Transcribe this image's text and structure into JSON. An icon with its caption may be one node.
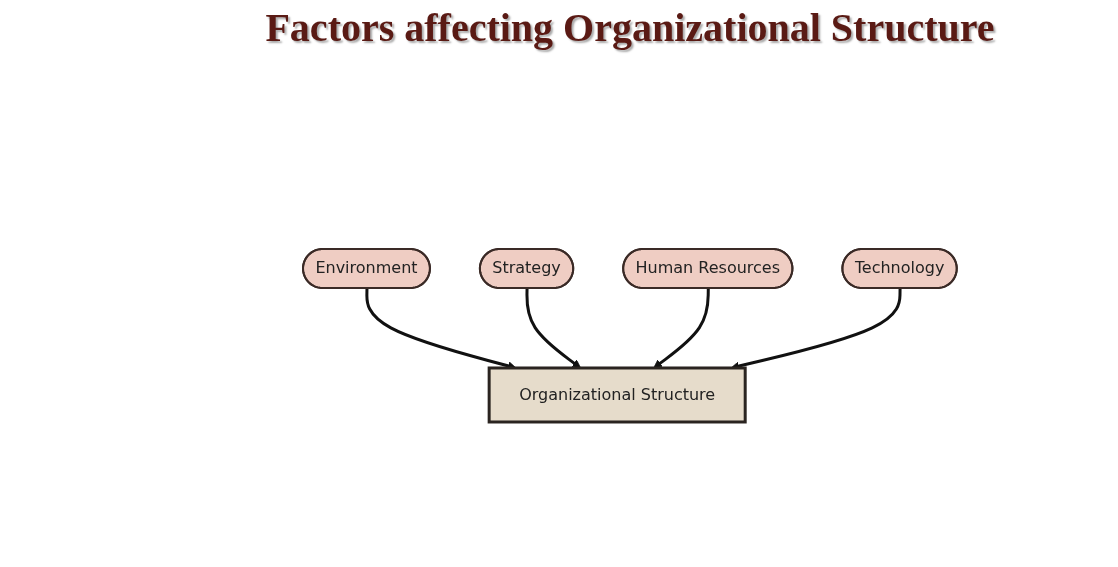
{
  "diagram": {
    "title": "Factors affecting Organizational Structure",
    "nodes": [
      {
        "text": [
          "Environment"
        ]
      },
      {
        "text": [
          "Strategy"
        ]
      },
      {
        "text": [
          "Organizational Structure"
        ]
      },
      {
        "text": [
          "Human Resources"
        ]
      },
      {
        "text": [
          "Technology"
        ]
      }
    ],
    "edges": [
      {
        "from": 0,
        "to": 2,
        "arrow": "to"
      },
      {
        "from": 1,
        "to": 2,
        "arrow": "to"
      },
      {
        "from": 3,
        "to": 2,
        "arrow": "to"
      },
      {
        "from": 4,
        "to": 2,
        "arrow": "to"
      }
    ]
  }
}
